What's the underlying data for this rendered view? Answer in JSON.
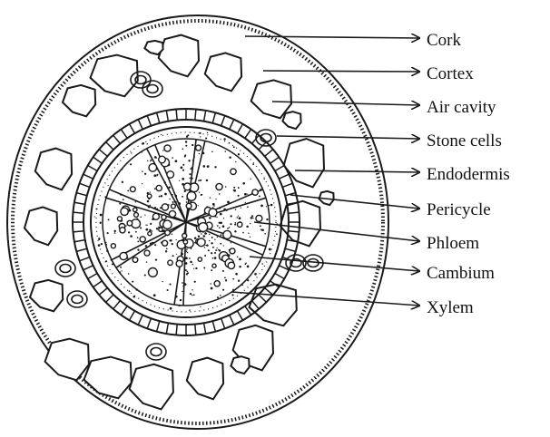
{
  "colors": {
    "ink": "#1a1a1a",
    "paper": "#ffffff"
  },
  "labels": [
    {
      "id": "cork",
      "text": "Cork"
    },
    {
      "id": "cortex",
      "text": "Cortex"
    },
    {
      "id": "air-cavity",
      "text": "Air cavity"
    },
    {
      "id": "stone-cells",
      "text": "Stone cells"
    },
    {
      "id": "endodermis",
      "text": "Endodermis"
    },
    {
      "id": "pericycle",
      "text": "Pericycle"
    },
    {
      "id": "phloem",
      "text": "Phloem"
    },
    {
      "id": "cambium",
      "text": "Cambium"
    },
    {
      "id": "xylem",
      "text": "Xylem"
    }
  ]
}
